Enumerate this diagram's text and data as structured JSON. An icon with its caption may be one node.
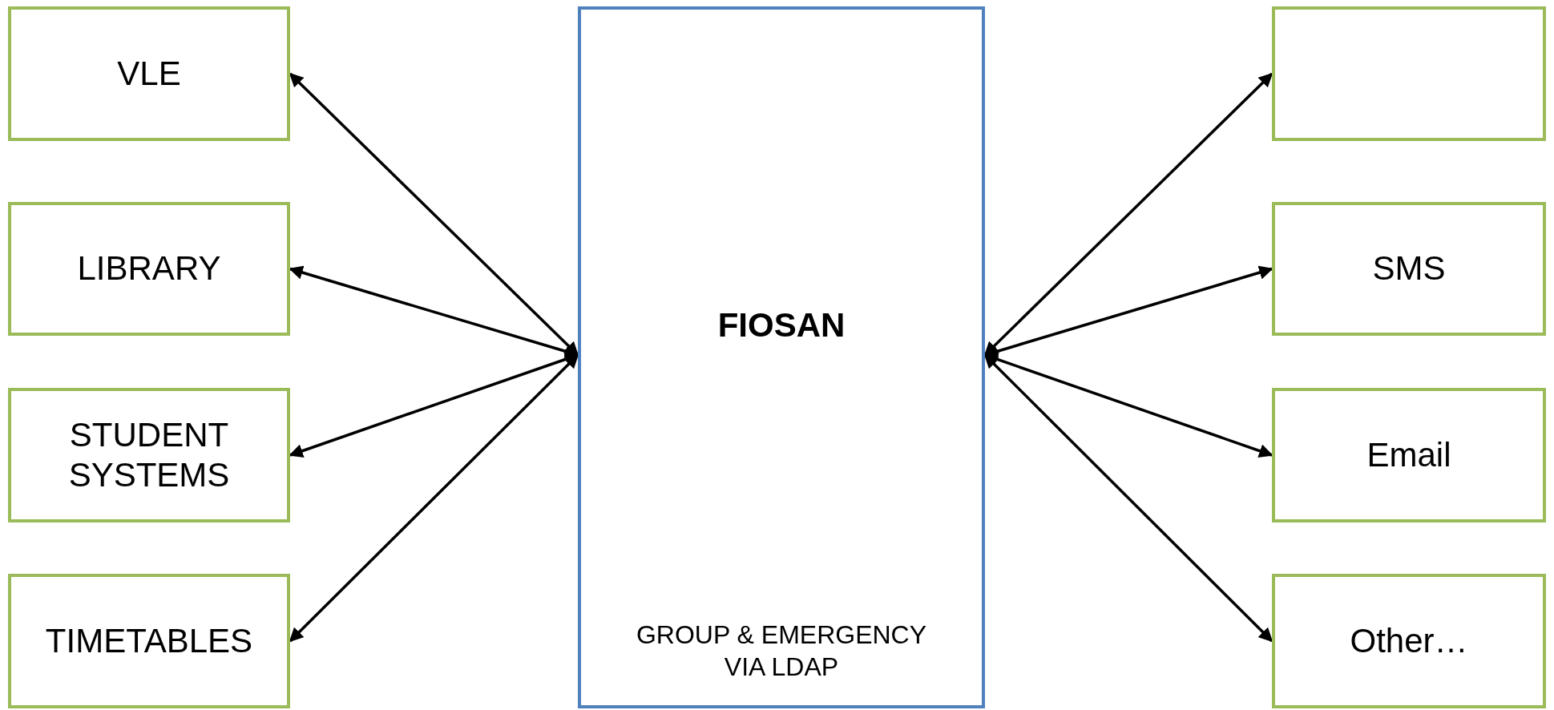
{
  "diagram": {
    "nodes": [
      {
        "text": [
          "FIOSAN",
          "GROUP & EMERGENCY VIA LDAP"
        ]
      },
      {
        "text": [
          "VLE"
        ]
      },
      {
        "text": [
          "LIBRARY"
        ]
      },
      {
        "text": [
          "STUDENT SYSTEMS"
        ]
      },
      {
        "text": [
          "TIMETABLES"
        ]
      },
      {
        "text": [],
        "shape": "box"
      },
      {
        "text": [
          "SMS"
        ]
      },
      {
        "text": [
          "Email"
        ]
      },
      {
        "text": [
          "Other…"
        ]
      }
    ],
    "edges": [
      {
        "from": 0,
        "to": 1,
        "arrow": "both"
      },
      {
        "from": 0,
        "to": 2,
        "arrow": "both"
      },
      {
        "from": 0,
        "to": 3,
        "arrow": "both"
      },
      {
        "from": 0,
        "to": 4,
        "arrow": "both"
      },
      {
        "from": 5,
        "to": 0,
        "arrow": "both"
      },
      {
        "from": 6,
        "to": 0,
        "arrow": "both"
      },
      {
        "from": 7,
        "to": 0,
        "arrow": "both"
      },
      {
        "from": 8,
        "to": 0,
        "arrow": "both"
      }
    ]
  }
}
